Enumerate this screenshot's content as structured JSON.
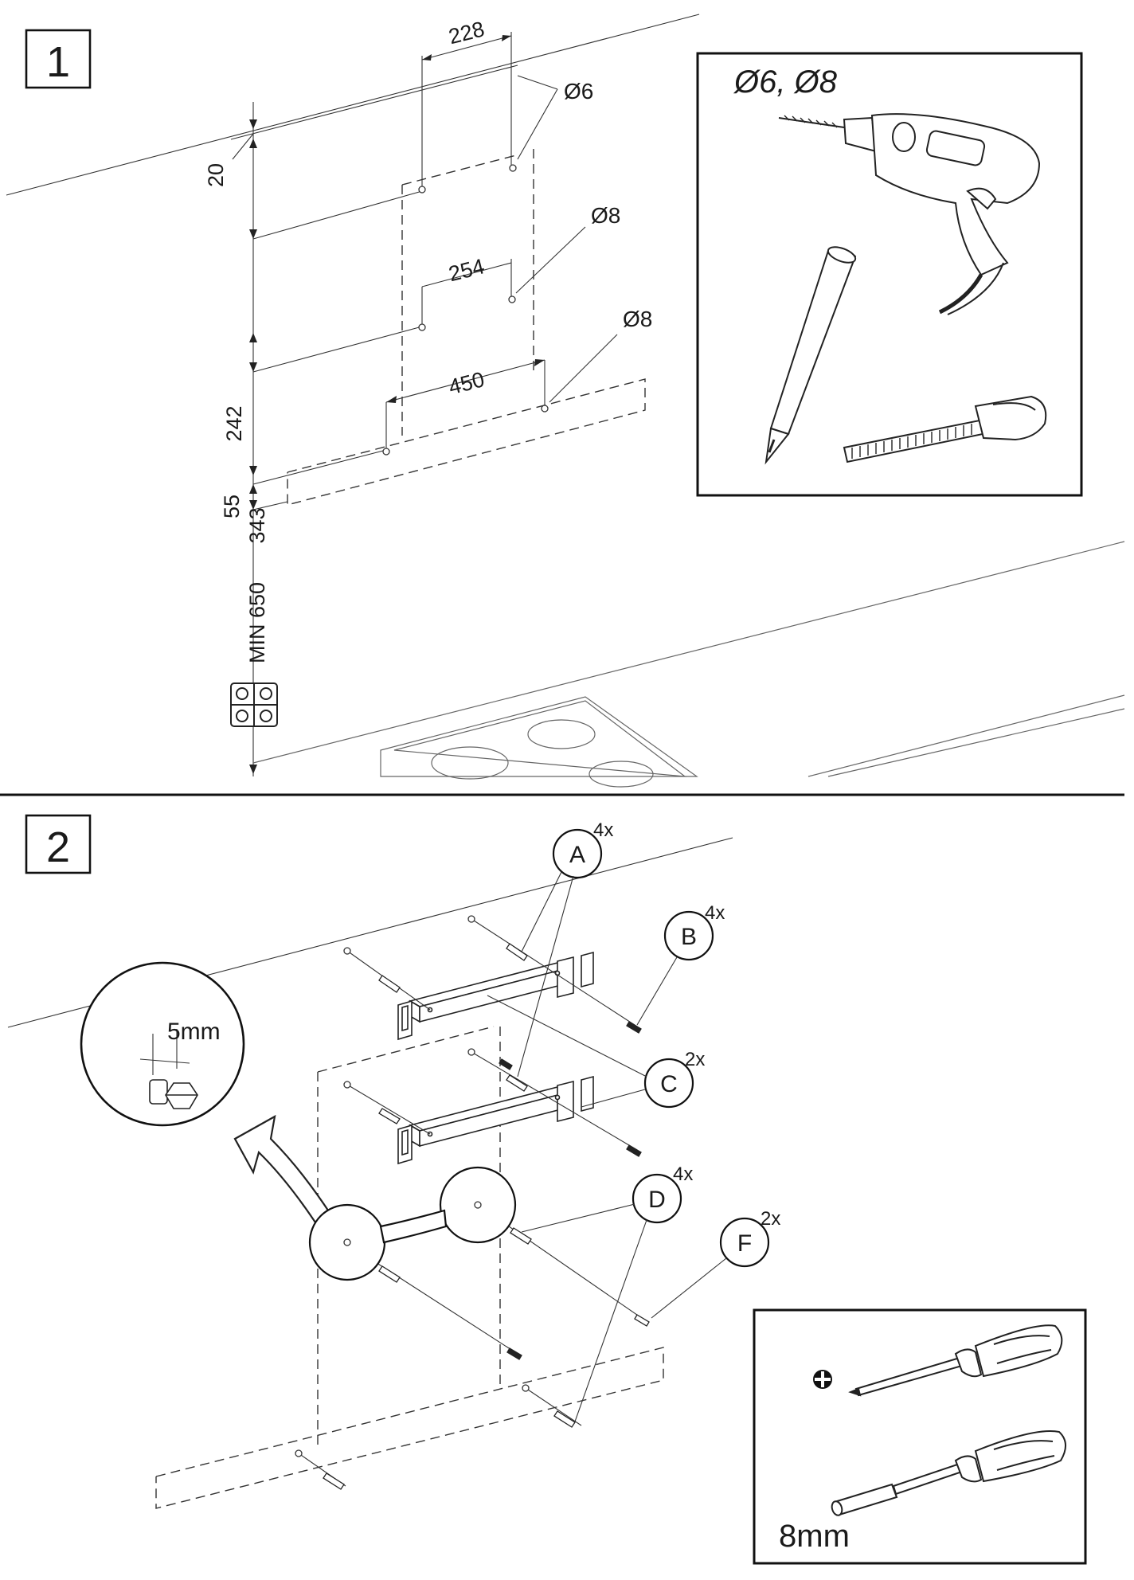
{
  "step1": {
    "step_number": "1",
    "dimensions": {
      "d228": "228",
      "d254": "254",
      "d450": "450",
      "d20": "20",
      "d242": "242",
      "d55": "55",
      "d343": "343",
      "min650": "MIN 650"
    },
    "hole_sizes": {
      "top": "Ø6",
      "middle": "Ø8",
      "lower": "Ø8"
    },
    "tools_box": {
      "drill_bits": "Ø6, Ø8",
      "icons": [
        "drill-icon",
        "pencil-icon",
        "tape-measure-icon"
      ]
    },
    "hob_icon": "hob-icon"
  },
  "step2": {
    "step_number": "2",
    "parts": {
      "A": {
        "letter": "A",
        "qty": "4x"
      },
      "B": {
        "letter": "B",
        "qty": "4x"
      },
      "C": {
        "letter": "C",
        "qty": "2x"
      },
      "D": {
        "letter": "D",
        "qty": "4x"
      },
      "F": {
        "letter": "F",
        "qty": "2x"
      }
    },
    "detail": {
      "gap": "5mm"
    },
    "tools_box": {
      "socket_size": "8mm",
      "icons": [
        "phillips-screwdriver-icon",
        "phillips-symbol-icon",
        "socket-driver-icon"
      ]
    }
  }
}
